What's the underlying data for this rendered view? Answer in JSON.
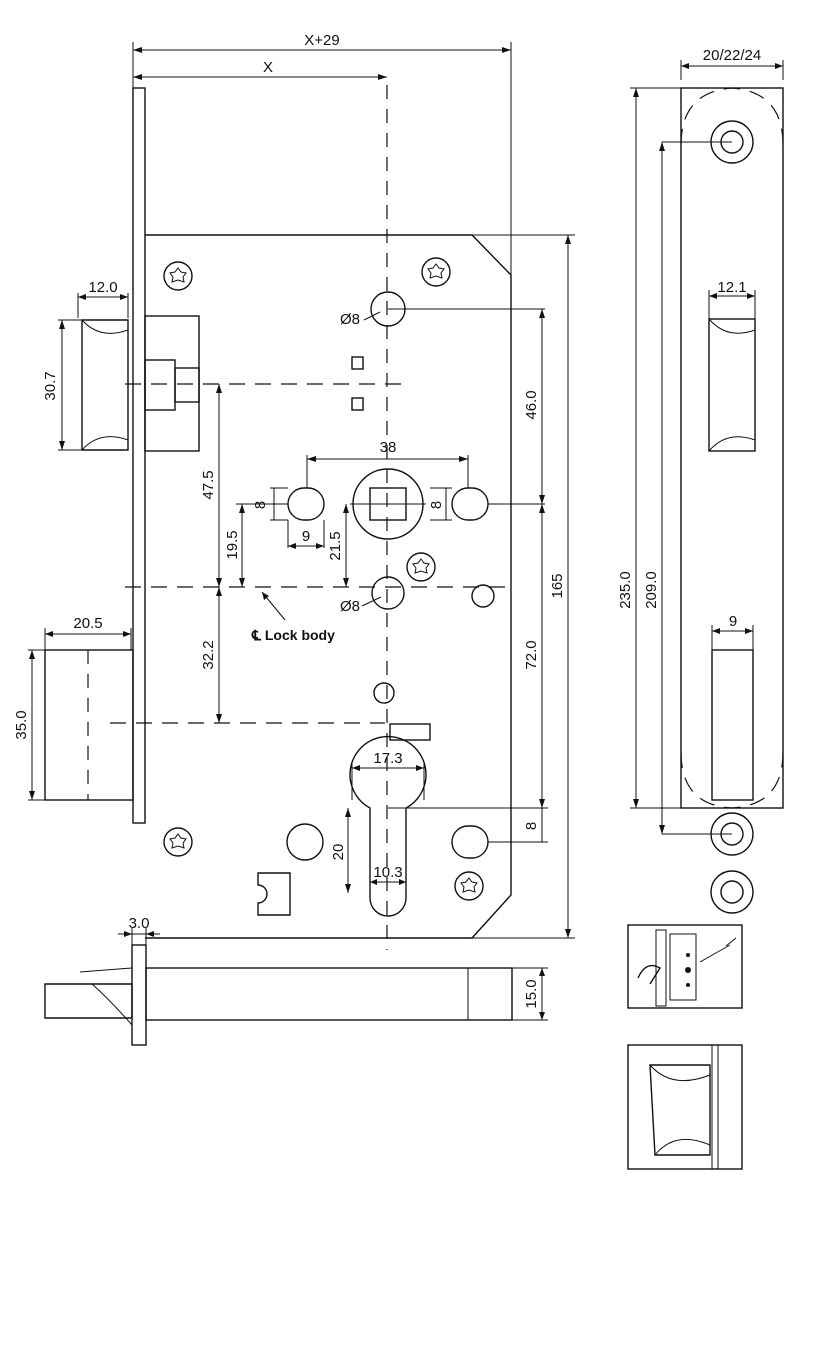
{
  "dimensions": {
    "x_plus_29": "X+29",
    "x": "X",
    "faceplate_thickness": "20/22/24",
    "latch_width": "12.0",
    "latch_height": "30.7",
    "strike_latch_width": "12.1",
    "diameter_top": "Ø8",
    "spindle_spacing": "38",
    "bolt_8_left": "8",
    "bolt_8_right": "8",
    "hole_9": "9",
    "d_47_5": "47.5",
    "d_19_5": "19.5",
    "d_21_5": "21.5",
    "d_46_0": "46.0",
    "diameter_mid": "Ø8",
    "lock_body_label": "℄ Lock body",
    "deadbolt_width": "20.5",
    "deadbolt_height": "35.0",
    "d_32_2": "32.2",
    "d_72_0": "72.0",
    "height_165": "165",
    "faceplate_235": "235.0",
    "faceplate_209": "209.0",
    "strike_slot_9": "9",
    "cylinder_17_3": "17.3",
    "cylinder_20": "20",
    "cylinder_10_3": "10.3",
    "cylinder_8": "8",
    "faceplate_3_0": "3.0",
    "bottom_15_0": "15.0"
  }
}
